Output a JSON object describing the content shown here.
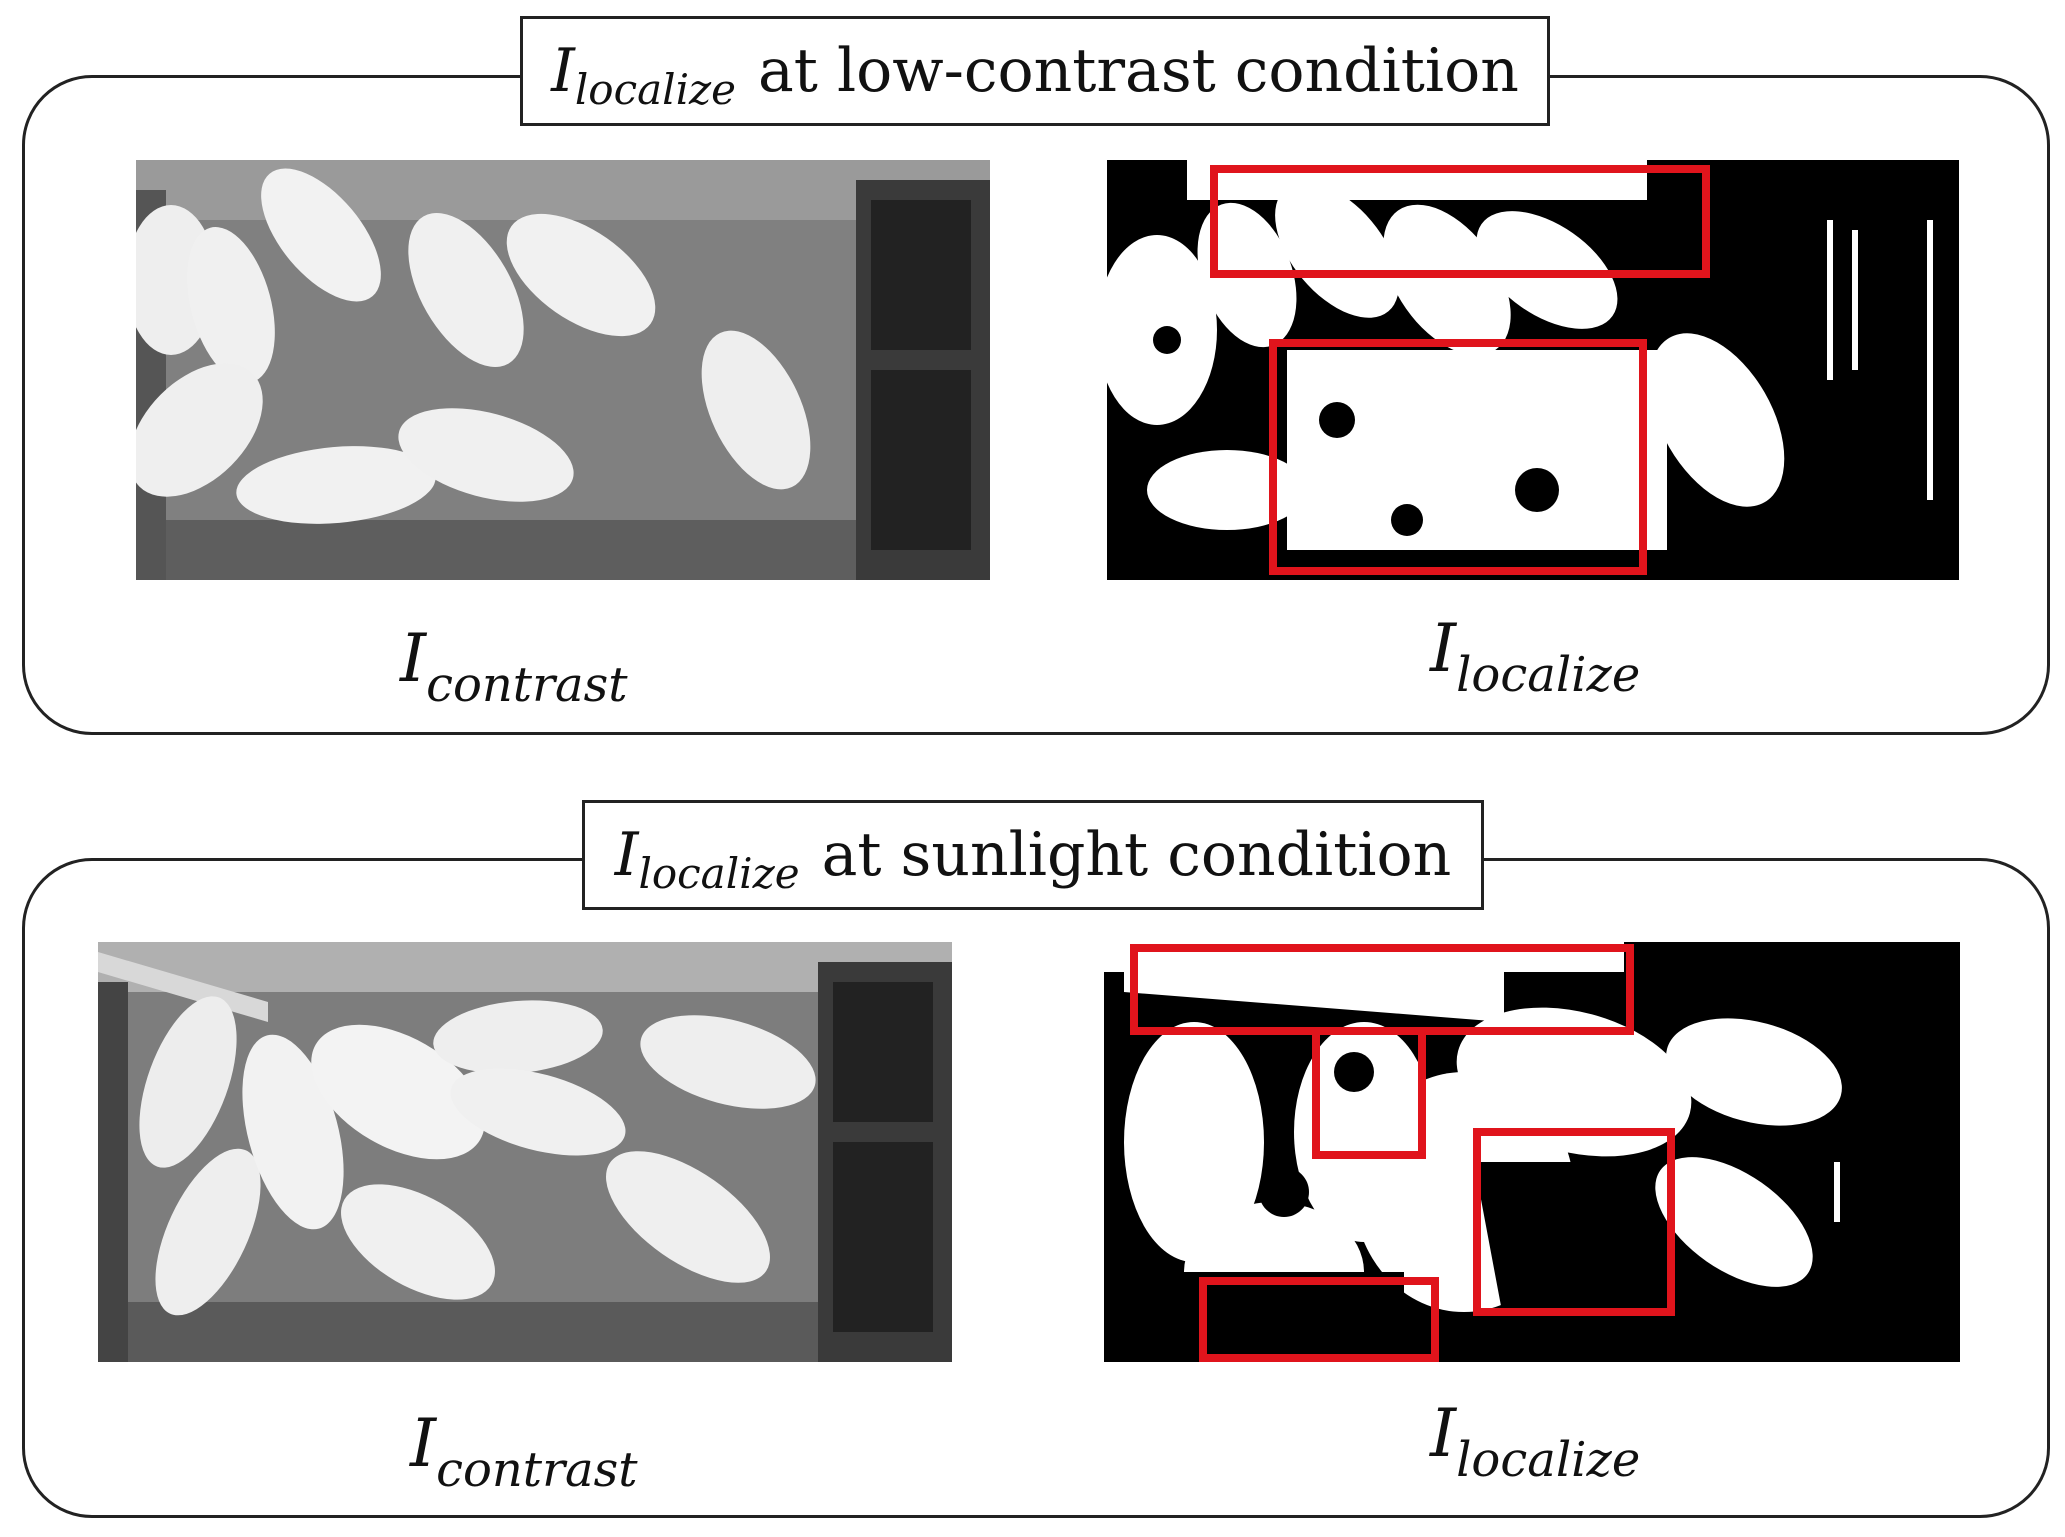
{
  "panels": [
    {
      "title_symbol": "I",
      "title_subscript": "localize",
      "title_text": "at low-contrast condition",
      "left_label_symbol": "I",
      "left_label_subscript": "contrast",
      "right_label_symbol": "I",
      "right_label_subscript": "localize"
    },
    {
      "title_symbol": "I",
      "title_subscript": "localize",
      "title_text": "at sunlight condition",
      "left_label_symbol": "I",
      "left_label_subscript": "contrast",
      "right_label_symbol": "I",
      "right_label_subscript": "localize"
    }
  ],
  "colors": {
    "box_red": "#e0141c",
    "frame": "#222222"
  },
  "icons": {
    "left_image": "grayscale-pig-pen-photo",
    "right_image": "binary-segmentation-mask"
  }
}
